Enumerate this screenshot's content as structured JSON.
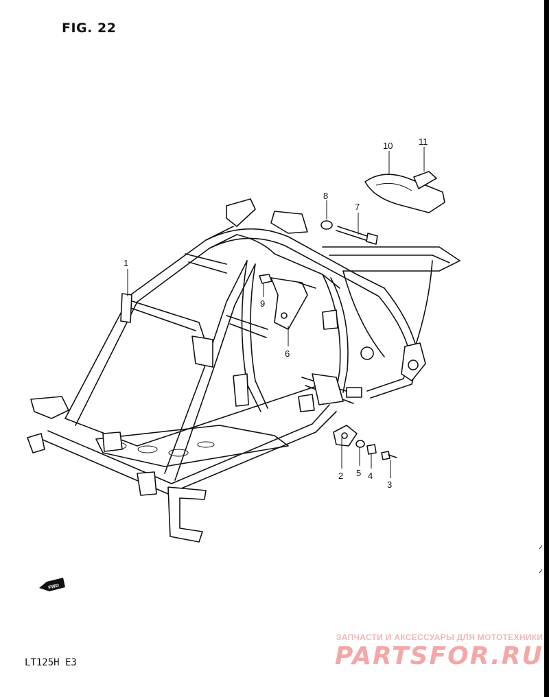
{
  "figure": {
    "title": "FIG. 22"
  },
  "model": {
    "label": "LT125H  E3"
  },
  "fwd_badge": {
    "text": "FWD"
  },
  "watermark": {
    "tagline": "ЗАПЧАСТИ И АКСЕССУАРЫ ДЛЯ МОТОТЕХНИКИ",
    "logo": "PARTSFOR.RU",
    "color": "#f3a7a7"
  },
  "callouts": [
    {
      "id": "1",
      "label": "1"
    },
    {
      "id": "2",
      "label": "2"
    },
    {
      "id": "3",
      "label": "3"
    },
    {
      "id": "4",
      "label": "4"
    },
    {
      "id": "5",
      "label": "5"
    },
    {
      "id": "6",
      "label": "6"
    },
    {
      "id": "7",
      "label": "7"
    },
    {
      "id": "8",
      "label": "8"
    },
    {
      "id": "9",
      "label": "9"
    },
    {
      "id": "10",
      "label": "10"
    },
    {
      "id": "11",
      "label": "11"
    }
  ]
}
